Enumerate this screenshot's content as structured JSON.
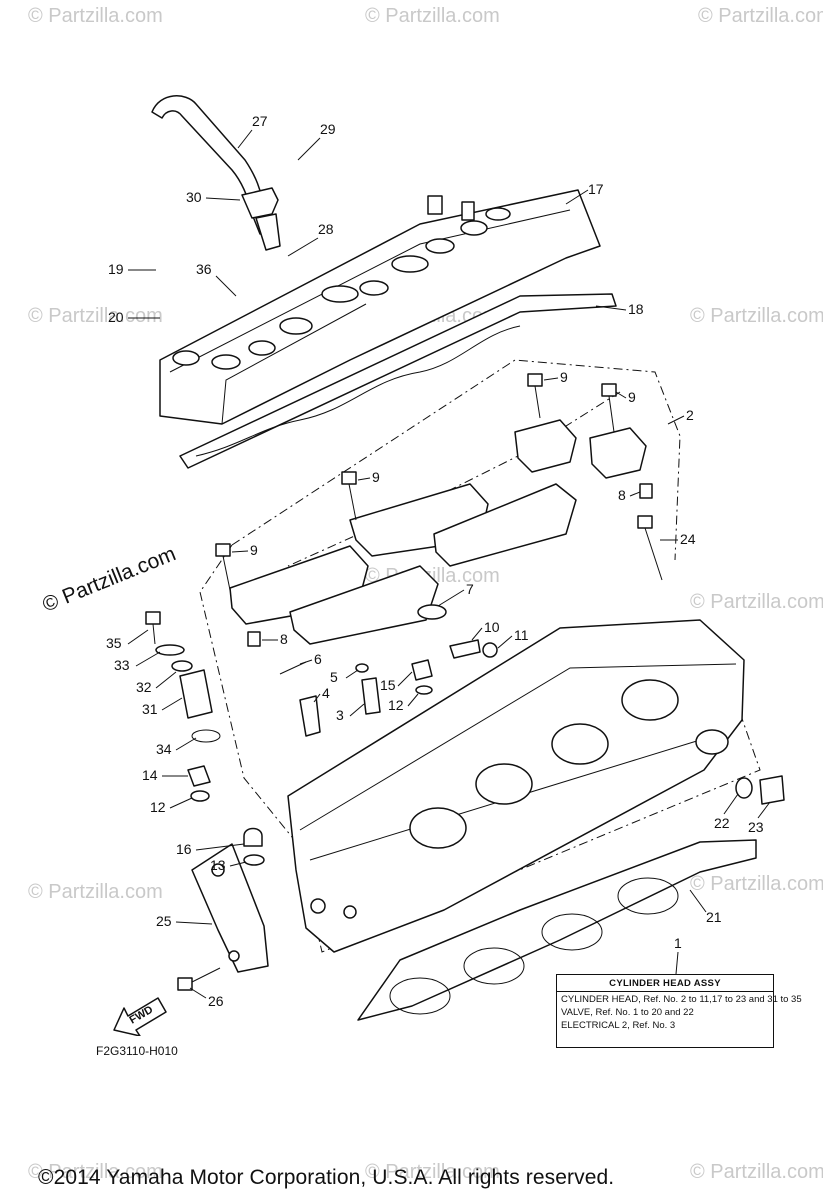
{
  "watermark": "© Partzilla.com",
  "figure_code": "F2G3110-H010",
  "copyright": "©2014  Yamaha Motor Corporation, U.S.A. All rights reserved.",
  "fwd_label": "FWD",
  "legend": {
    "title": "CYLINDER HEAD ASSY",
    "rows": [
      "CYLINDER HEAD, Ref. No. 2 to 11,17 to 23 and 31 to 35",
      "VALVE, Ref. No. 1 to 20 and 22",
      "ELECTRICAL 2, Ref. No. 3"
    ]
  },
  "callouts": [
    "27",
    "29",
    "30",
    "28",
    "17",
    "19",
    "36",
    "20",
    "18",
    "9",
    "9",
    "2",
    "9",
    "8",
    "9",
    "24",
    "7",
    "35",
    "8",
    "10",
    "11",
    "6",
    "33",
    "5",
    "15",
    "32",
    "4",
    "12",
    "3",
    "31",
    "34",
    "14",
    "12",
    "22",
    "23",
    "16",
    "13",
    "21",
    "25",
    "26",
    "1"
  ]
}
